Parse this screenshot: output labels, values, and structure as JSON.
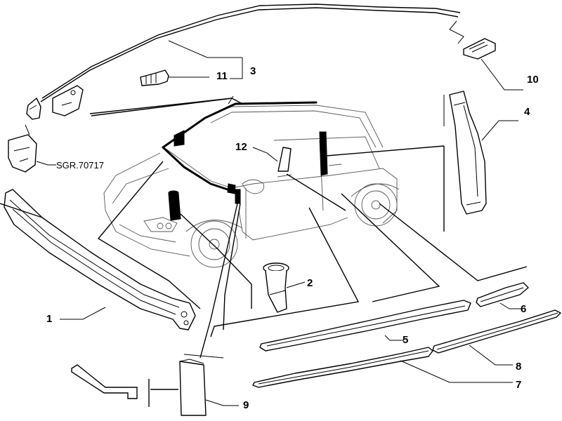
{
  "reference_code": "SGR.70717",
  "callouts": {
    "c1": "1",
    "c2": "2",
    "c3": "3",
    "c4": "4",
    "c5": "5",
    "c6": "6",
    "c7": "7",
    "c8": "8",
    "c9": "9",
    "c10": "10",
    "c11": "11",
    "c12": "12"
  }
}
